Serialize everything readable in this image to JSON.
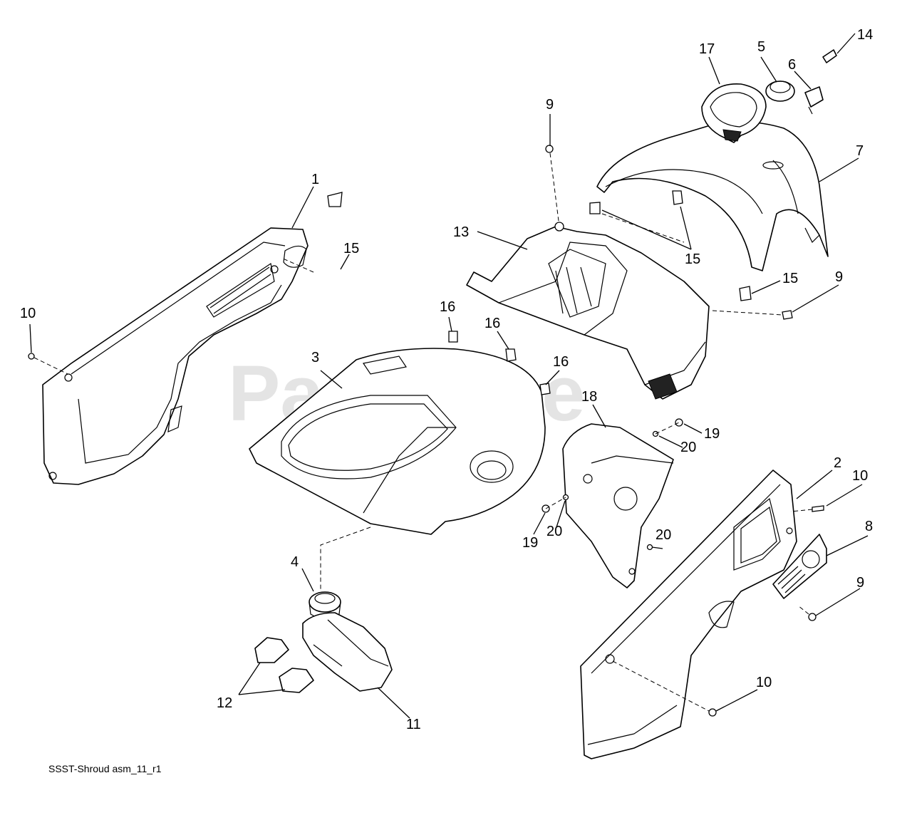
{
  "diagram": {
    "caption": "SSST-Shroud asm_11_r1",
    "watermark": "PartsTree",
    "callouts": [
      "1",
      "2",
      "3",
      "4",
      "5",
      "6",
      "7",
      "8",
      "9",
      "9",
      "9",
      "10",
      "10",
      "10",
      "11",
      "12",
      "13",
      "14",
      "15",
      "15",
      "15",
      "16",
      "16",
      "16",
      "17",
      "18",
      "19",
      "19",
      "20",
      "20",
      "20"
    ]
  }
}
